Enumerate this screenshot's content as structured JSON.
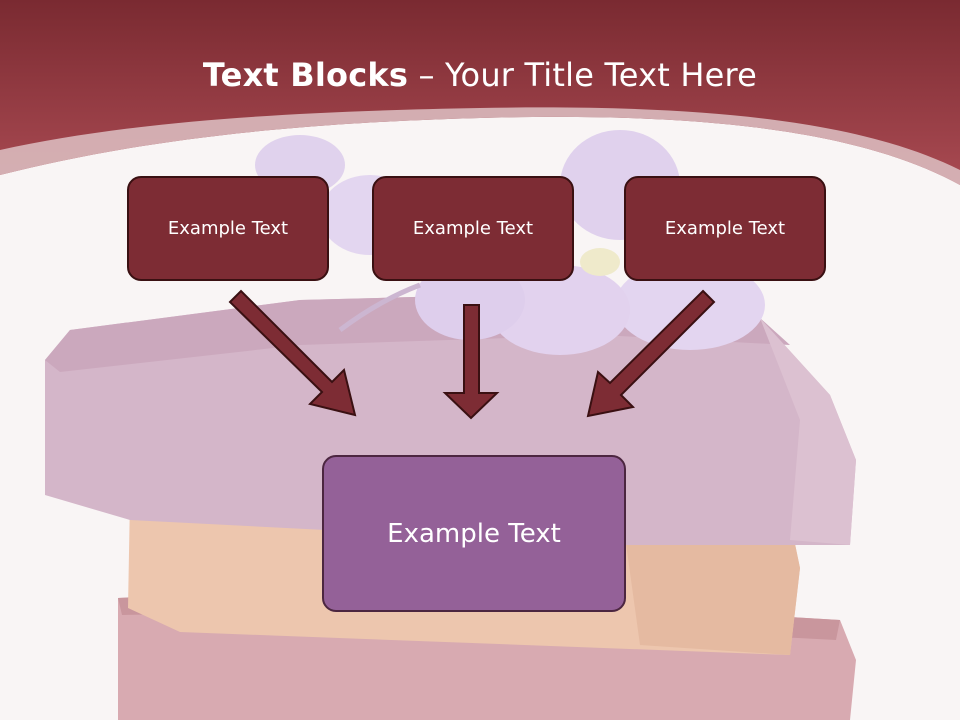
{
  "title": {
    "bold": "Text Blocks",
    "rest": " – Your Title Text Here"
  },
  "blocks": {
    "top": [
      "Example Text",
      "Example Text",
      "Example Text"
    ],
    "center": "Example Text"
  },
  "colors": {
    "header": "#9e3f46",
    "box": "#7d2c34",
    "center_box": "#946198",
    "arrow": "#7d2c34"
  }
}
